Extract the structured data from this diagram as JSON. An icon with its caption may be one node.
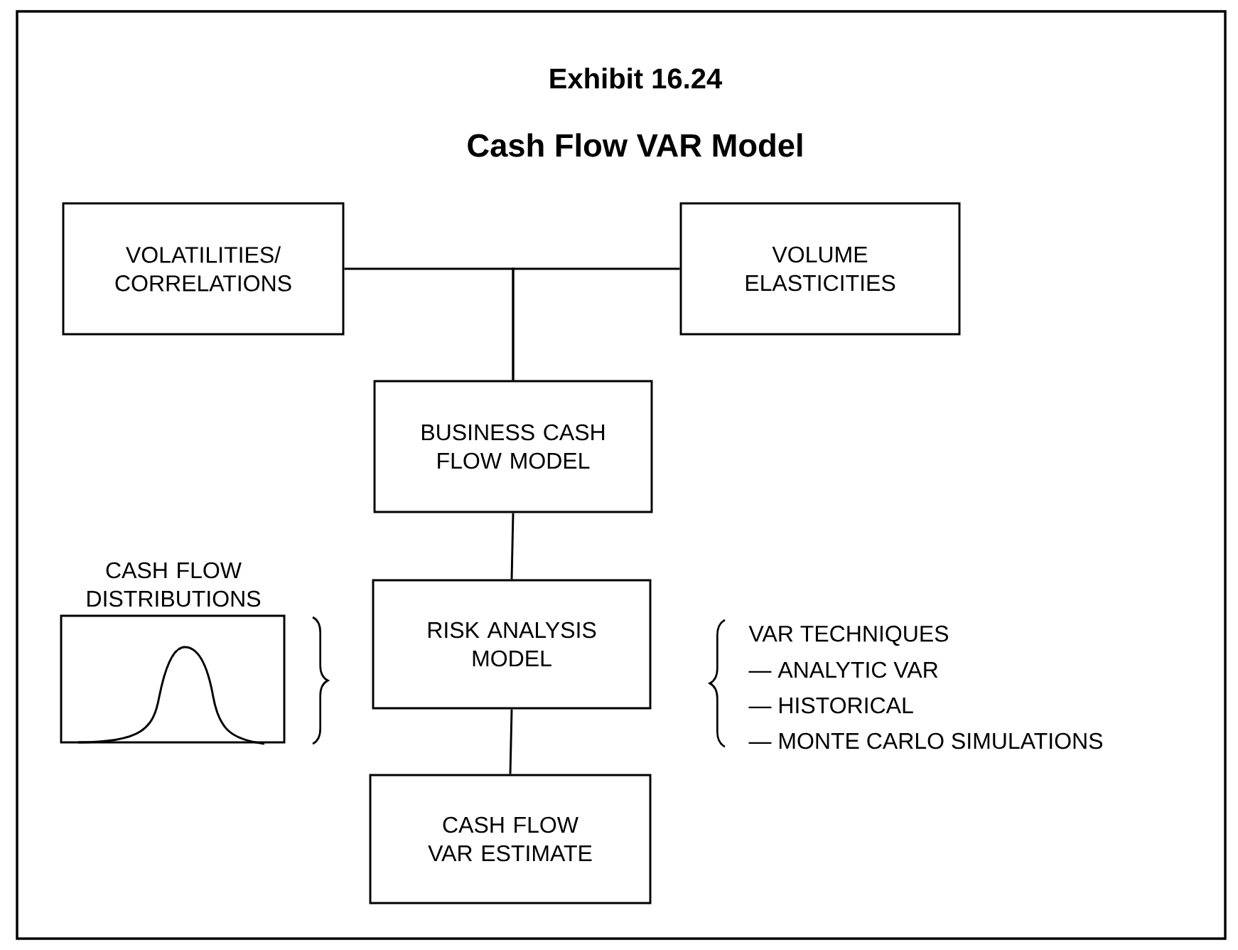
{
  "diagram": {
    "title": "Cash Flow VAR Model",
    "nodes": [
      {
        "text": [
          "VOLATILITIES/ CORRELATIONS"
        ]
      },
      {
        "text": [
          "VOLUME ELASTICITIES"
        ]
      },
      {
        "text": [
          "BUSINESS CASH FLOW MODEL"
        ]
      },
      {
        "text": [
          "CASH FLOW DISTRIBUTIONS"
        ]
      },
      {
        "text": [
          "RISK ANALYSIS MODEL"
        ]
      },
      {
        "text": [
          "CASH FLOW VAR ESTIMATE"
        ]
      }
    ],
    "edges": [
      {
        "from": 0,
        "to": 2,
        "arrow": "none"
      },
      {
        "from": 1,
        "to": 2,
        "arrow": "none"
      },
      {
        "from": 2,
        "to": 4,
        "arrow": "none"
      },
      {
        "from": 4,
        "to": 5,
        "arrow": "none"
      }
    ],
    "labels": [
      "Exhibit 16.24",
      "VAR TECHNIQUES",
      "— ANALYTIC VAR",
      "— HISTORICAL",
      "— MONTE CARLO SIMULATIONS"
    ]
  }
}
